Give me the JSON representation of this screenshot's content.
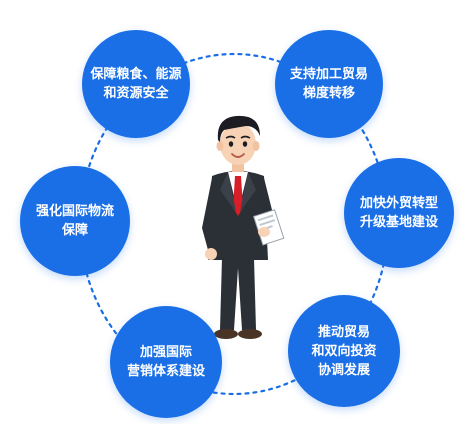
{
  "nodes": [
    {
      "id": "grain-energy",
      "label": "保障粮食、能源\n和资源安全",
      "icon": "none"
    },
    {
      "id": "processing-trade",
      "label": "支持加工贸易\n梯度转移",
      "icon": "none"
    },
    {
      "id": "foreign-trade",
      "label": "加快外贸转型\n升级基地建设",
      "icon": "none"
    },
    {
      "id": "trade-investment",
      "label": "推动贸易\n和双向投资\n协调发展",
      "icon": "none"
    },
    {
      "id": "marketing-system",
      "label": "加强国际\n营销体系建设",
      "icon": "none"
    },
    {
      "id": "logistics",
      "label": "强化国际物流\n保障",
      "icon": "none"
    }
  ],
  "colors": {
    "node_fill": "#1a6fe6",
    "ring": "#1a6fe6",
    "suit": "#2b2f36",
    "tie": "#d81e28",
    "hair": "#1c1c22",
    "skin": "#f7d2b4"
  },
  "center_figure": "businessman-with-documents"
}
